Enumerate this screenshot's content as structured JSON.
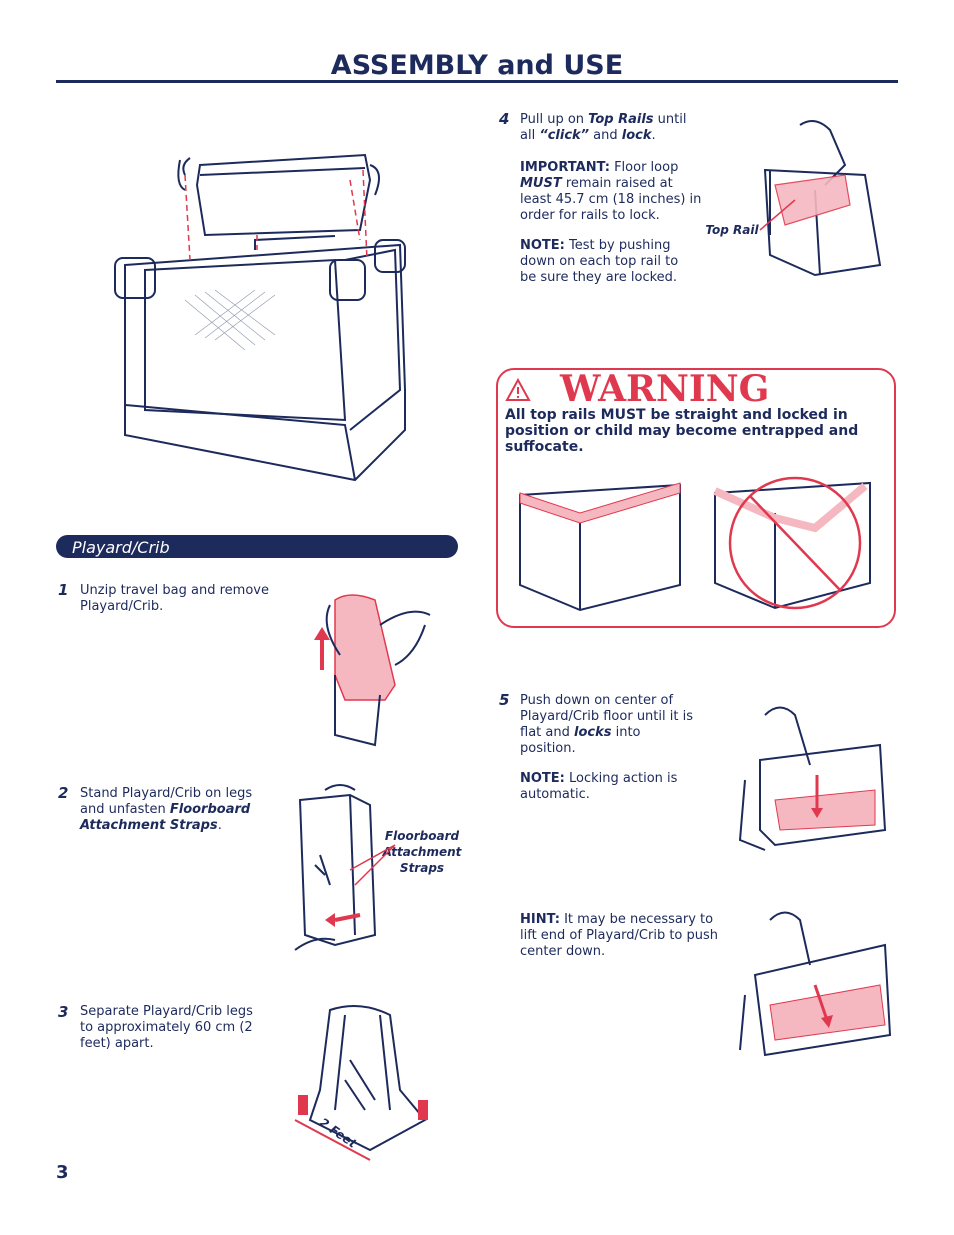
{
  "header": {
    "title": "ASSEMBLY and USE"
  },
  "section": {
    "label": "Playard/Crib"
  },
  "steps": {
    "s1": {
      "num": "1",
      "text": "Unzip travel bag and remove Playard/Crib."
    },
    "s2": {
      "num": "2",
      "text_pre": "Stand Playard/Crib on legs and unfasten ",
      "text_em": "Floorboard Attachment Straps",
      "text_post": "."
    },
    "s3": {
      "num": "3",
      "text": "Separate Playard/Crib legs to approximately 60 cm (2 feet) apart."
    },
    "s4": {
      "num": "4",
      "text_pre": "Pull up on ",
      "text_em1": "Top Rails",
      "text_mid": " until all ",
      "text_em2": "“click”",
      "text_and": " and ",
      "text_em3": "lock",
      "text_post": ".",
      "important_label": "IMPORTANT:",
      "important_pre": " Floor loop ",
      "important_em": "MUST",
      "important_post": " remain raised at least 45.7 cm (18 inches) in order for rails to lock.",
      "note_label": "NOTE:",
      "note_text": " Test by pushing down on each top rail to be sure they are locked."
    },
    "s5": {
      "num": "5",
      "text_pre": "Push down on center of Playard/Crib floor until it is flat and ",
      "text_em": "locks",
      "text_post": " into position.",
      "note_label": "NOTE:",
      "note_text": " Locking action is automatic.",
      "hint_label": "HINT:",
      "hint_text": " It may be necessary to lift end of Playard/Crib to push center down."
    }
  },
  "callouts": {
    "top_rail": "Top Rail",
    "straps_1": "Floorboard",
    "straps_2": "Attachment",
    "straps_3": "Straps",
    "two_feet": "2 Feet"
  },
  "warning": {
    "word": "WARNING",
    "text": "All top rails MUST be straight and locked in position or child may become entrapped and suffocate."
  },
  "page": {
    "number": "3"
  },
  "colors": {
    "navy": "#1d2a5c",
    "red": "#e0394f",
    "pink": "#f6b8c0"
  }
}
